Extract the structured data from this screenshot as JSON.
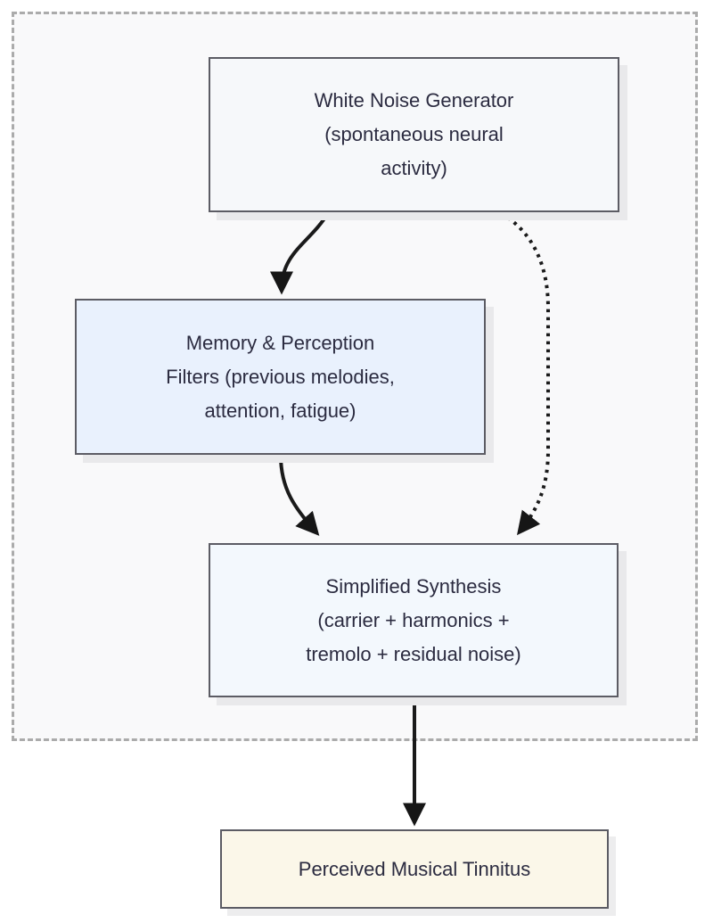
{
  "diagram": {
    "type": "flowchart",
    "direction": "top-down",
    "subgraph": {
      "label": "",
      "fill": "#f9f9fa",
      "border_color": "#ababab",
      "border_style": "dashed"
    },
    "nodes": [
      {
        "id": "white-noise",
        "label": "White Noise Generator\n(spontaneous neural\nactivity)",
        "fill": "#f6f8fa",
        "border_color": "#5c5c64",
        "text_color": "#2b2b40",
        "inside_subgraph": true
      },
      {
        "id": "filters",
        "label": "Memory & Perception\nFilters (previous melodies,\nattention, fatigue)",
        "fill": "#e9f1fd",
        "border_color": "#5c5c64",
        "text_color": "#2b2b40",
        "inside_subgraph": true
      },
      {
        "id": "synthesis",
        "label": "Simplified Synthesis\n(carrier + harmonics +\ntremolo + residual noise)",
        "fill": "#f3f8fd",
        "border_color": "#5c5c64",
        "text_color": "#2b2b40",
        "inside_subgraph": true
      },
      {
        "id": "tinnitus",
        "label": "Perceived Musical Tinnitus",
        "fill": "#fbf7e9",
        "border_color": "#5c5c64",
        "text_color": "#2b2b40",
        "inside_subgraph": false
      }
    ],
    "edges": [
      {
        "from": "white-noise",
        "to": "filters",
        "style": "solid",
        "label": ""
      },
      {
        "from": "white-noise",
        "to": "synthesis",
        "style": "dotted",
        "label": ""
      },
      {
        "from": "filters",
        "to": "synthesis",
        "style": "solid",
        "label": ""
      },
      {
        "from": "synthesis",
        "to": "tinnitus",
        "style": "solid",
        "label": ""
      }
    ],
    "edge_color": "#1a1a1a"
  }
}
